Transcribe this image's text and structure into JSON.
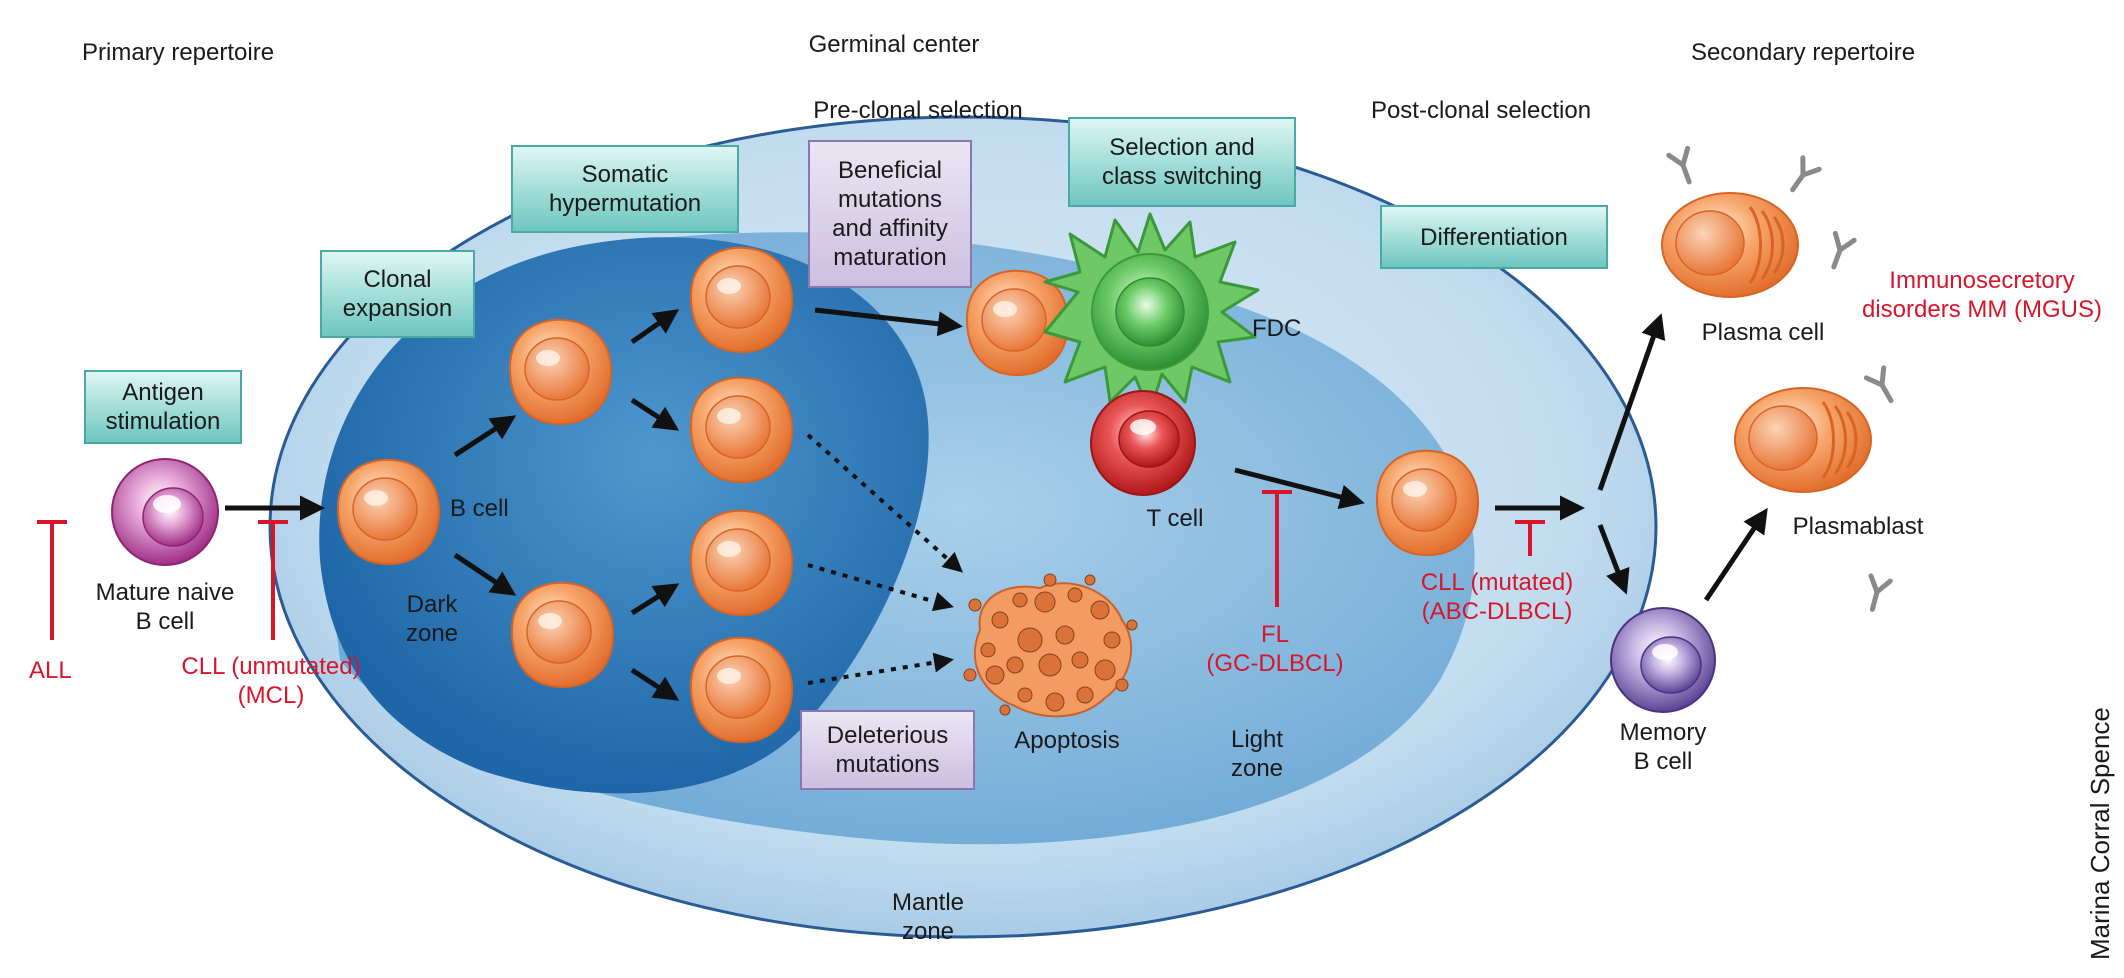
{
  "header": {
    "primary": "Primary repertoire",
    "germinal": "Germinal center",
    "preclonal": "Pre-clonal selection",
    "postclonal": "Post-clonal selection",
    "secondary": "Secondary repertoire"
  },
  "steps": {
    "antigen": [
      "Antigen",
      "stimulation"
    ],
    "clonal": [
      "Clonal",
      "expansion"
    ],
    "somatic": [
      "Somatic",
      "hypermutation"
    ],
    "beneficial": [
      "Beneficial",
      "mutations",
      "and affinity",
      "maturation"
    ],
    "selection": [
      "Selection and",
      "class switching"
    ],
    "differentiation": [
      "Differentiation"
    ],
    "deleterious": [
      "Deleterious",
      "mutations"
    ]
  },
  "labels": {
    "naive": [
      "Mature naive",
      "B cell"
    ],
    "bcell": "B cell",
    "dark": [
      "Dark",
      "zone"
    ],
    "light": [
      "Light",
      "zone"
    ],
    "mantle": [
      "Mantle",
      "zone"
    ],
    "fdc": "FDC",
    "tcell": "T cell",
    "apoptosis": "Apoptosis",
    "plasma": "Plasma cell",
    "plasmablast": "Plasmablast",
    "memory": [
      "Memory",
      "B cell"
    ]
  },
  "diseases": {
    "all": "ALL",
    "cll_unmut": [
      "CLL (unmutated)",
      "(MCL)"
    ],
    "fl": [
      "FL",
      "(GC-DLBCL)"
    ],
    "cll_mut": [
      "CLL (mutated)",
      "(ABC-DLBCL)"
    ],
    "mm": [
      "Immunosecretory",
      "disorders MM (MGUS)"
    ]
  },
  "credit": "Marina Corral Spence",
  "colors": {
    "disease_red": "#d7162c",
    "outer_ellipse": "#bcd9ec",
    "light_zone": "#7fb7dc",
    "dark_zone": "#2f7fbd",
    "bcell_orange": "#f08a4b",
    "naive_magenta": "#b0479a",
    "memory_purple": "#7b64b0",
    "fdc_green": "#3fae49",
    "tcell_red": "#d42a2a",
    "teal_box": "#8fd3cd",
    "violet_box": "#cbbfe0"
  }
}
